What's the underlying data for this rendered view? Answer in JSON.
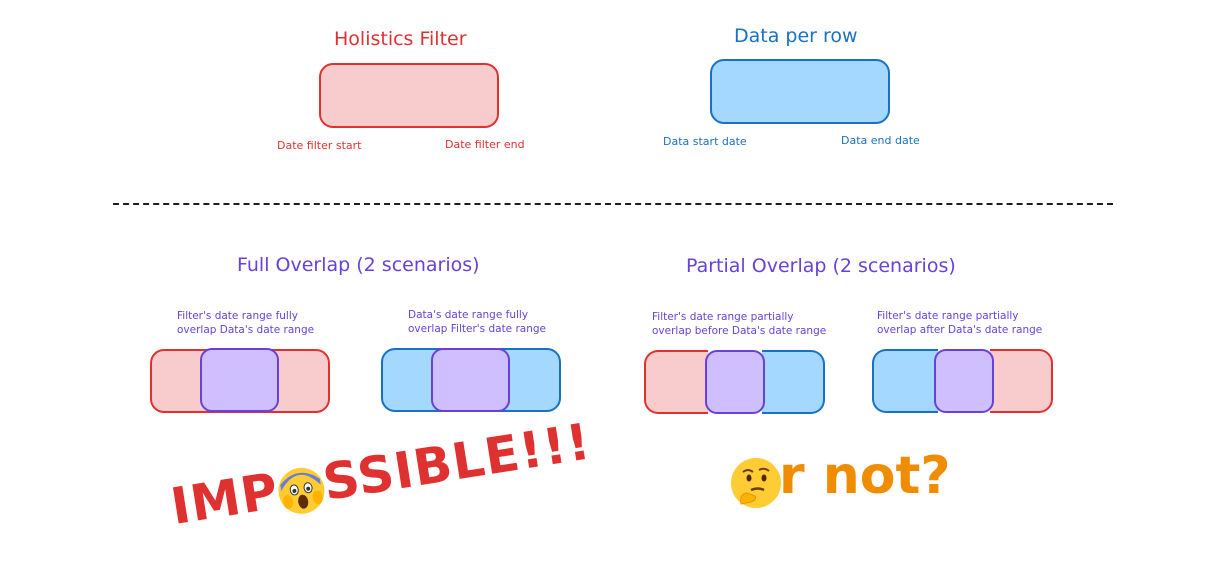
{
  "top": {
    "filter": {
      "title": "Holistics Filter",
      "start_label": "Date filter start",
      "end_label": "Date filter end"
    },
    "data": {
      "title": "Data per row",
      "start_label": "Data start date",
      "end_label": "Data end date"
    }
  },
  "sections": {
    "full": {
      "title": "Full Overlap (2 scenarios)",
      "scenario1": "Filter's date range fully\noverlap Data's date range",
      "scenario2": "Data's date range fully\noverlap Filter's date range"
    },
    "partial": {
      "title": "Partial Overlap (2 scenarios)",
      "scenario1": "Filter's date range partially\noverlap before Data's date range",
      "scenario2": "Filter's date range partially\noverlap after Data's date range"
    }
  },
  "annotations": {
    "impossible_left": "IMP",
    "impossible_right": "SSIBLE!!!",
    "or_not": "r not?",
    "impossible_emoji": "screaming-face-emoji",
    "or_not_emoji": "thinking-face-emoji"
  },
  "colors": {
    "filter_fill": "#f8cccc",
    "filter_stroke": "#e03131",
    "data_fill": "#a5d8ff",
    "data_stroke": "#1971c2",
    "overlap_fill": "#d0bfff",
    "overlap_stroke": "#6741d9",
    "impossible": "#e03131",
    "or_not": "#f08c00"
  }
}
